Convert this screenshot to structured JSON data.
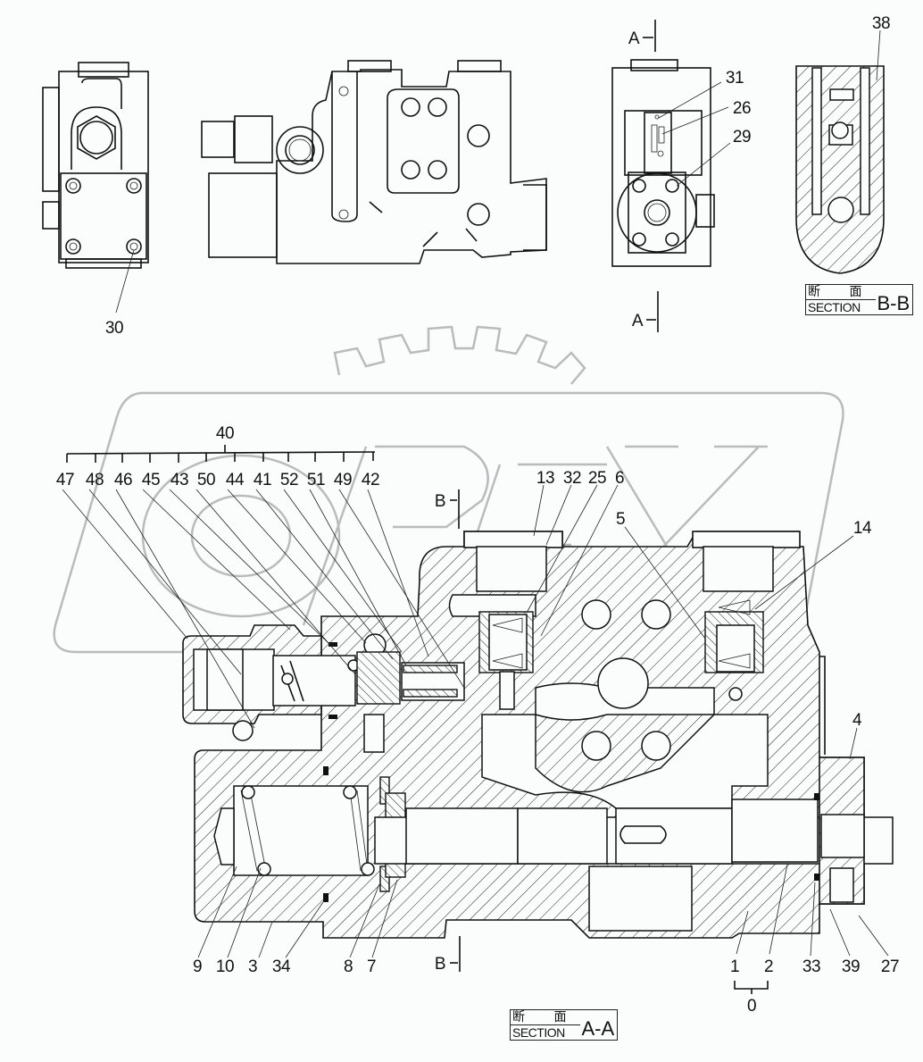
{
  "drawing": {
    "title": "Valve assembly — exterior views and sections A-A, B-B",
    "watermark_text": "OPEX",
    "colors": {
      "line": "#111111",
      "watermark": "#b9bcbc",
      "background": "#fbfcfc"
    }
  },
  "views": {
    "end_view_left": {
      "callouts": [
        "30"
      ]
    },
    "front_view": {
      "callouts": []
    },
    "side_view": {
      "callouts": [
        "31",
        "26",
        "29"
      ],
      "section_marker_top": "A",
      "section_marker_bottom": "A"
    },
    "section_bb": {
      "callouts": [
        "38"
      ],
      "title_jp": "断 面",
      "title_en": "SECTION",
      "title_id": "B-B"
    },
    "section_aa": {
      "title_jp": "断 面",
      "title_en": "SECTION",
      "title_id": "A-A",
      "group_label": "40",
      "group_members": [
        "47",
        "48",
        "46",
        "45",
        "43",
        "50",
        "44",
        "41",
        "52",
        "51",
        "49",
        "42"
      ],
      "top_callouts": [
        "13",
        "32",
        "25",
        "6",
        "5",
        "14"
      ],
      "right_callouts": [
        "4"
      ],
      "bottom_callouts": [
        "9",
        "10",
        "3",
        "34",
        "8",
        "7",
        "1",
        "2",
        "33",
        "39",
        "27"
      ],
      "sub_assembly_label": "0",
      "section_marker_top": "B",
      "section_marker_bottom": "B"
    }
  },
  "part_numbers": [
    "0",
    "1",
    "2",
    "3",
    "4",
    "5",
    "6",
    "7",
    "8",
    "9",
    "10",
    "13",
    "14",
    "25",
    "26",
    "27",
    "29",
    "30",
    "31",
    "32",
    "33",
    "34",
    "38",
    "39",
    "40",
    "41",
    "42",
    "43",
    "44",
    "45",
    "46",
    "47",
    "48",
    "49",
    "50",
    "51",
    "52"
  ]
}
